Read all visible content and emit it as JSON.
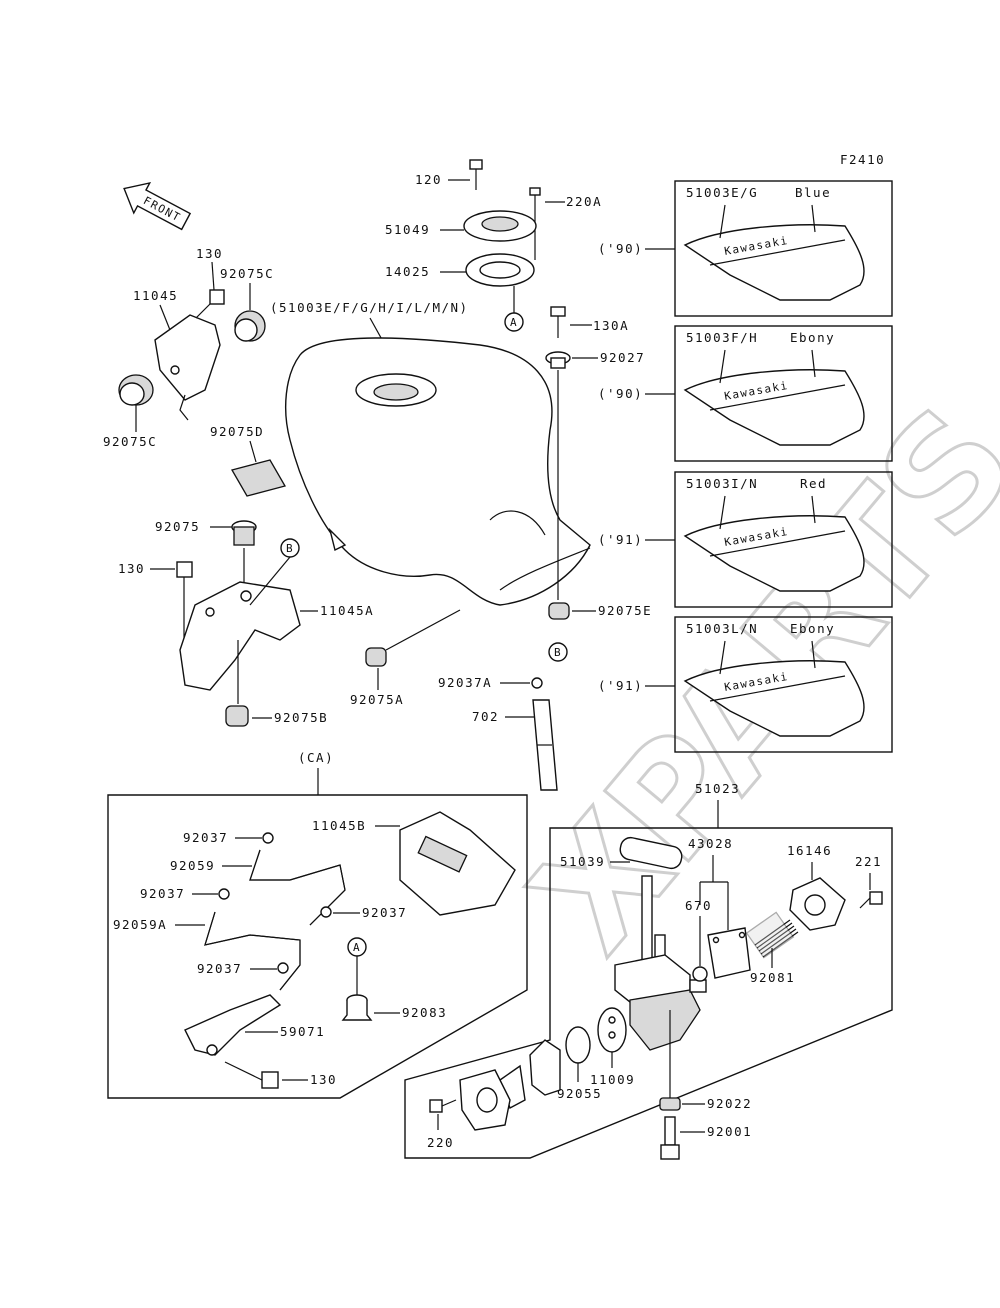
{
  "figure_code": "F2410",
  "front_label": "FRONT",
  "watermark": "XPARTS",
  "tank_variants": "(51003E/F/G/H/I/L/M/N)",
  "group_ca": "(CA)",
  "callouts": {
    "a": "A",
    "b": "B"
  },
  "panels": [
    {
      "part": "51003E/G",
      "color": "Blue",
      "year": "('90)"
    },
    {
      "part": "51003F/H",
      "color": "Ebony",
      "year": "('90)"
    },
    {
      "part": "51003I/N",
      "color": "Red",
      "year": "('91)"
    },
    {
      "part": "51003L/N",
      "color": "Ebony",
      "year": "('91)"
    }
  ],
  "tank_brand": "Kawasaki",
  "parts": {
    "p120": "120",
    "p220A": "220A",
    "p51049": "51049",
    "p14025": "14025",
    "p130a": "130",
    "p92075C_top": "92075C",
    "p11045": "11045",
    "p92075C_bot": "92075C",
    "p92075D": "92075D",
    "p130A": "130A",
    "p92027": "92027",
    "p92075": "92075",
    "p130b": "130",
    "p11045A": "11045A",
    "p92075E": "92075E",
    "p92075A": "92075A",
    "p92037A": "92037A",
    "p92075B": "92075B",
    "p702": "702",
    "p51023": "51023",
    "p92037_1": "92037",
    "p11045B": "11045B",
    "p92059": "92059",
    "p92037_2": "92037",
    "p92037_3": "92037",
    "p92059A": "92059A",
    "p92037_4": "92037",
    "p59071": "59071",
    "p92083": "92083",
    "p130c": "130",
    "p51039": "51039",
    "p43028": "43028",
    "p16146": "16146",
    "p221": "221",
    "p670": "670",
    "p92081": "92081",
    "p11009": "11009",
    "p92055": "92055",
    "p92022": "92022",
    "p220": "220",
    "p92001": "92001"
  }
}
